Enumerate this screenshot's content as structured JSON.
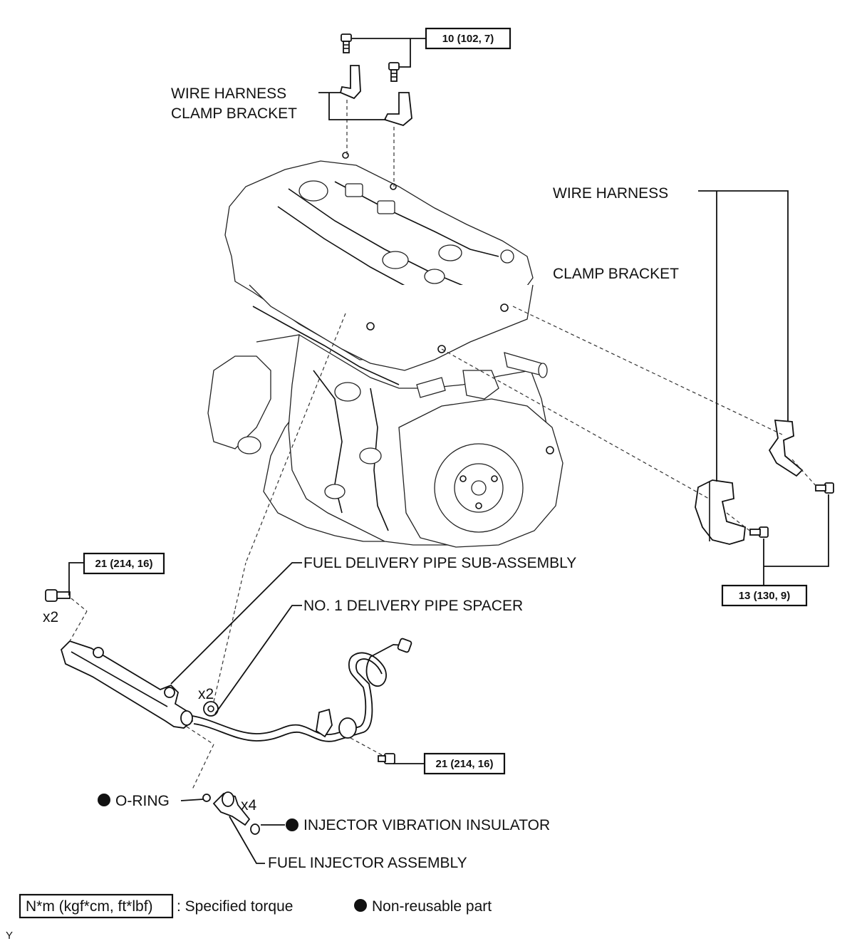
{
  "labels": {
    "wire_harness_clamp_bracket_top": [
      "WIRE HARNESS",
      "CLAMP BRACKET"
    ],
    "wire_harness_clamp_bracket_right": [
      "WIRE HARNESS",
      "CLAMP BRACKET"
    ],
    "fuel_delivery_pipe": "FUEL DELIVERY PIPE SUB-ASSEMBLY",
    "delivery_pipe_spacer": "NO. 1 DELIVERY PIPE SPACER",
    "o_ring": "O-RING",
    "injector_vibration_insulator": "INJECTOR VIBRATION INSULATOR",
    "fuel_injector_assembly": "FUEL INJECTOR ASSEMBLY"
  },
  "quantities": {
    "bolt_left": "x2",
    "spacer": "x2",
    "injector": "x4"
  },
  "torques": {
    "top_bracket_bolts": "10 (102, 7)",
    "right_bracket_bolts": "13 (130, 9)",
    "delivery_pipe_bolts": "21 (214, 16)",
    "fuel_pipe_bolt": "21 (214, 16)"
  },
  "legend": {
    "torque_unit": "N*m (kgf*cm, ft*lbf)",
    "torque_text": ": Specified torque",
    "nonreusable_text": "Non-reusable part"
  },
  "corner_code": "Y"
}
